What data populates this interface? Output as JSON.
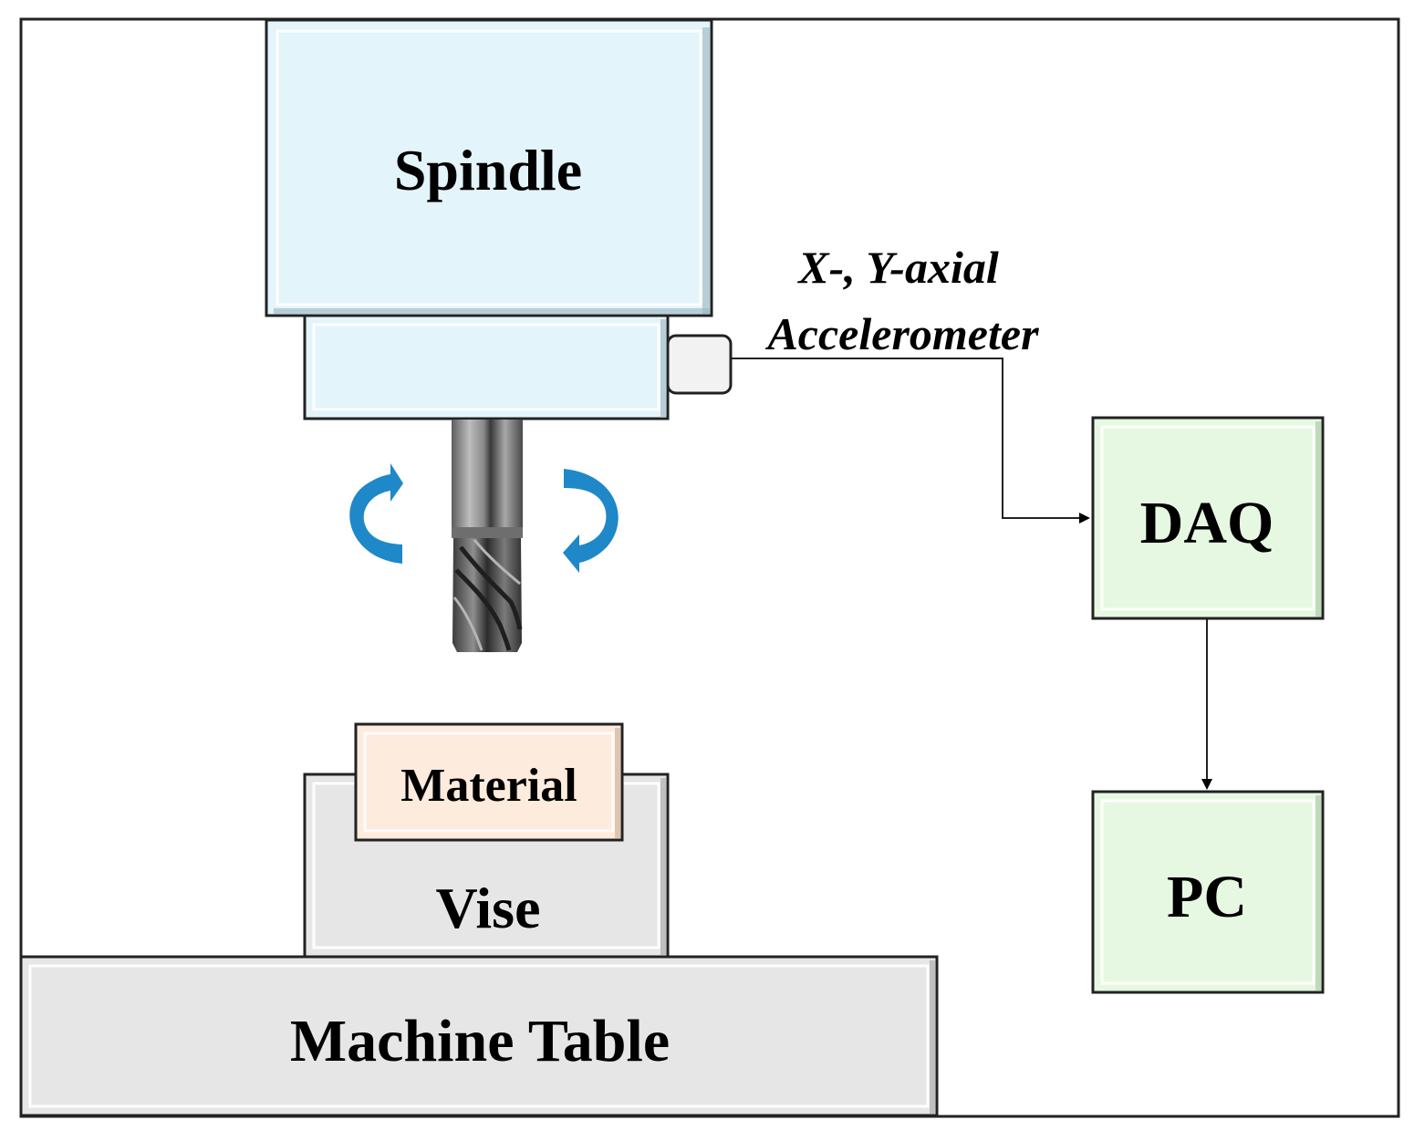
{
  "diagram": {
    "spindle_label": "Spindle",
    "accelerometer_label_line1": "X-, Y-axial",
    "accelerometer_label_line2": "Accelerometer",
    "daq_label": "DAQ",
    "pc_label": "PC",
    "material_label": "Material",
    "vise_label": "Vise",
    "machine_table_label": "Machine Table"
  },
  "colors": {
    "spindle_fill": "#e3f4fb",
    "daq_pc_fill": "#e6f8e1",
    "material_fill": "#fdebdd",
    "vise_table_fill": "#e6e6e6",
    "arrow_blue": "#1e88c8",
    "outline": "#222222"
  },
  "icons": {
    "tool": "end-mill-tool-icon",
    "rotation_left": "rotation-arrow-left-icon",
    "rotation_right": "rotation-arrow-right-icon"
  }
}
